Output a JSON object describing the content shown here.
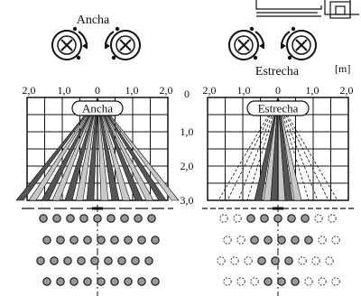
{
  "top_label": "Ancha",
  "bottom_label": "Estrecha",
  "unit_label": "[m]",
  "left_panel": {
    "label": "Ancha",
    "x_ticks": [
      "2,0",
      "1,0",
      "0",
      "1,0",
      "2,0"
    ]
  },
  "right_panel": {
    "label": "Estrecha",
    "x_ticks": [
      "2,0",
      "1,0",
      "0",
      "1,0",
      "2,0"
    ]
  },
  "depth_ticks": [
    "0",
    "1,0",
    "2,0",
    "3,0"
  ],
  "colors": {
    "line": "#111111",
    "spray_dark": "#555555",
    "spray_light": "#c8c8c8",
    "dot_fill": "#999999"
  },
  "icons": [
    "nozzle-cw-icon",
    "nozzle-ccw-icon",
    "machine-corner-icon"
  ]
}
